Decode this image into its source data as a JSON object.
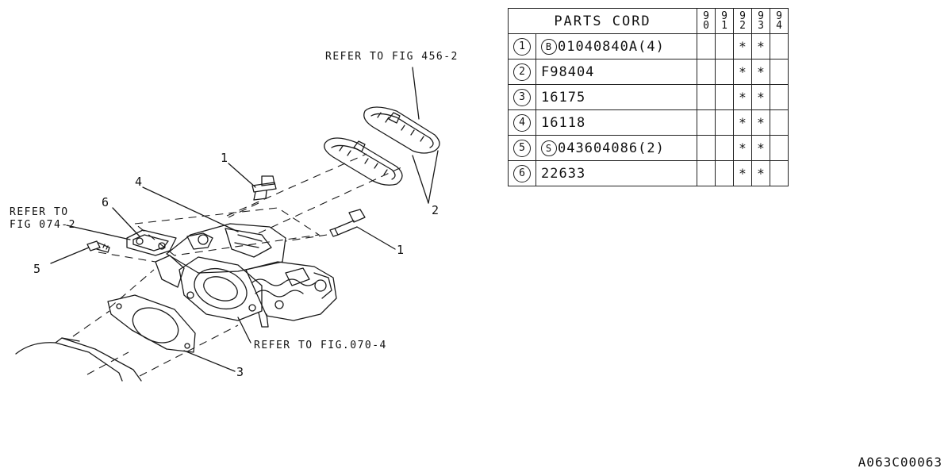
{
  "table": {
    "title": "PARTS CORD",
    "years": [
      [
        "9",
        "0"
      ],
      [
        "9",
        "1"
      ],
      [
        "9",
        "2"
      ],
      [
        "9",
        "3"
      ],
      [
        "9",
        "4"
      ]
    ],
    "rows": [
      {
        "index": "1",
        "prefix": "B",
        "code": "01040840A(4)",
        "marks": [
          "",
          "",
          "*",
          "*",
          ""
        ]
      },
      {
        "index": "2",
        "prefix": "",
        "code": "F98404",
        "marks": [
          "",
          "",
          "*",
          "*",
          ""
        ]
      },
      {
        "index": "3",
        "prefix": "",
        "code": "16175",
        "marks": [
          "",
          "",
          "*",
          "*",
          ""
        ]
      },
      {
        "index": "4",
        "prefix": "",
        "code": "16118",
        "marks": [
          "",
          "",
          "*",
          "*",
          ""
        ]
      },
      {
        "index": "5",
        "prefix": "S",
        "code": "043604086(2)",
        "marks": [
          "",
          "",
          "*",
          "*",
          ""
        ]
      },
      {
        "index": "6",
        "prefix": "",
        "code": "22633",
        "marks": [
          "",
          "",
          "*",
          "*",
          ""
        ]
      }
    ]
  },
  "diagram": {
    "ref_456": "REFER TO FIG 456-2",
    "ref_074_line1": "REFER TO",
    "ref_074_line2": "FIG 074-2",
    "ref_070": "REFER TO FIG.070-4",
    "callouts": {
      "c1a": "1",
      "c1b": "1",
      "c2": "2",
      "c3": "3",
      "c4": "4",
      "c5": "5",
      "c6": "6"
    }
  },
  "drawing_code": "A063C00063"
}
